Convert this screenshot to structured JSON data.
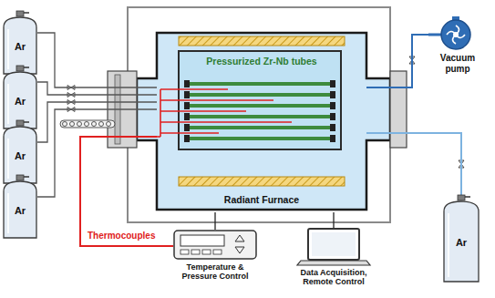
{
  "diagram": {
    "nodes": [
      {
        "text": [
          "Ar"
        ]
      },
      {
        "text": [
          "Ar"
        ]
      },
      {
        "text": [
          "Ar"
        ]
      },
      {
        "text": [
          "Ar"
        ]
      },
      {
        "text": [
          "Pressurized Zr-Nb tubes",
          "Radiant Furnace"
        ]
      },
      {
        "text": [
          "Vacuum pump"
        ]
      },
      {
        "text": [
          "Ar"
        ]
      },
      {
        "text": [
          "Temperature & Pressure Control"
        ]
      },
      {
        "text": [
          "Data Acquisition, Remote Control"
        ]
      }
    ],
    "edges": [
      {
        "from": 0,
        "to": 4,
        "arrow": "none"
      },
      {
        "from": 1,
        "to": 4,
        "arrow": "none"
      },
      {
        "from": 2,
        "to": 4,
        "arrow": "none"
      },
      {
        "from": 3,
        "to": 4,
        "arrow": "none"
      },
      {
        "from": 5,
        "to": 4,
        "arrow": "none"
      },
      {
        "from": 6,
        "to": 4,
        "arrow": "none"
      },
      {
        "from": 4,
        "to": 7,
        "label": "Thermocouples",
        "arrow": "none"
      },
      {
        "from": 7,
        "to": 4,
        "arrow": "none"
      },
      {
        "from": 8,
        "to": 4,
        "arrow": "none"
      }
    ]
  }
}
